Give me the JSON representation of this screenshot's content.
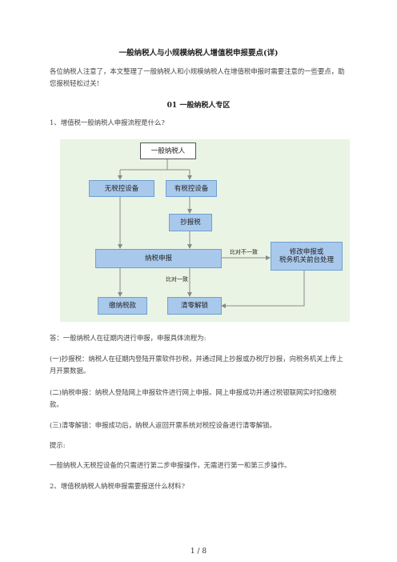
{
  "title": "一般纳税人与小规模纳税人增值税申报要点(详)",
  "intro": "各位纳税人注意了，本文整理了一般纳税人和小规模纳税人在增值税申报时需要注意的一些要点，助您报税轻松过关!",
  "section_heading": "01 一般纳税人专区",
  "question1": "1、增值税一般纳税人申报流程是什么?",
  "flowchart": {
    "top": "一般纳税人",
    "no_device": "无税控设备",
    "has_device": "有税控设备",
    "copy_tax": "抄报税",
    "declare": "纳税申报",
    "fix": "修改申报或\n税务机关前台处理",
    "pay": "缴纳税款",
    "clear": "清零解锁",
    "mismatch_label": "比对不一致",
    "match_label": "比对一致"
  },
  "answer": "答：一般纳税人在征期内进行申报，申报具体流程为:",
  "step1": "(一)抄报税：纳税人在征期内登陆开票软件抄税，并通过网上抄报或办税厅抄报，向税务机关上传上月开票数据。",
  "step2": "(二)纳税申报：纳税人登陆网上申报软件进行网上申报。网上申报成功并通过税银联网实时扣缴税款。",
  "step3": "(三)清零解锁：申报成功后，纳税人返回开票系统对税控设备进行清零解锁。",
  "tip_label": "提示:",
  "tip": "一般纳税人无税控设备的只需进行第二步申报操作，无需进行第一和第三步操作。",
  "question2": "2、增值税纳税人纳税申报需要报送什么材料?",
  "page_number": "1 / 8"
}
